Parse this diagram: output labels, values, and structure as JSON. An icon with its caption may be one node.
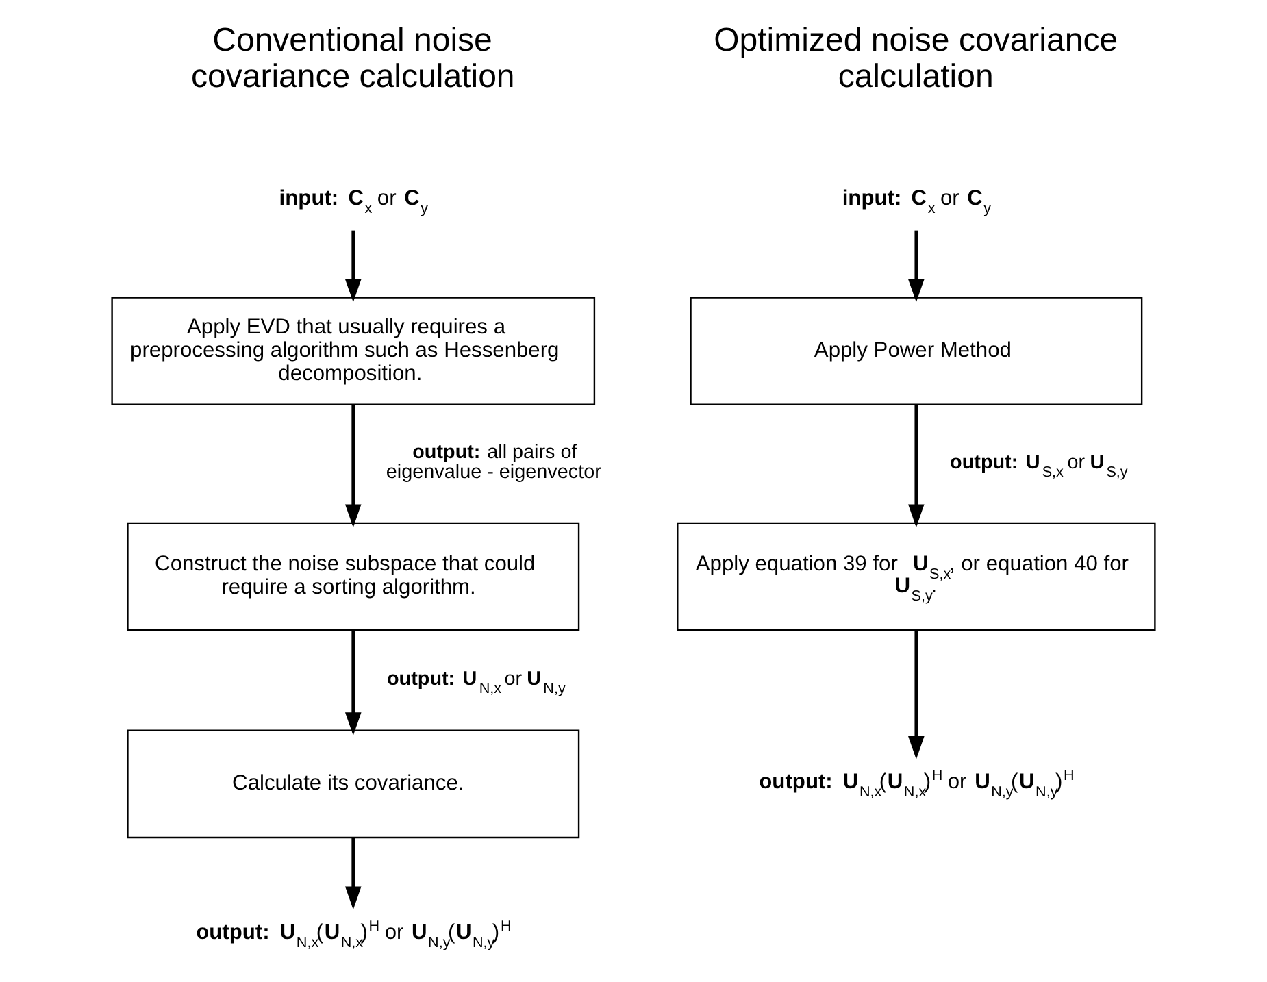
{
  "diagram": {
    "nodes": [
      {
        "text": [
          "**input:** **C**$_{x}$ or **C**$_{y}$"
        ]
      },
      {
        "text": [
          "Apply EVD that usually requires a preprocessing algorithm such as Hessenberg decomposition."
        ]
      },
      {
        "text": [
          "Construct the noise subspace that could require a sorting algorithm."
        ]
      },
      {
        "text": [
          "Calculate its covariance."
        ]
      },
      {
        "text": [
          "**output:** **U**$_{N,x}$(**U**$_{N,x}$)$^{H}$ or **U**$_{N,y}$(**U**$_{N,y}$)$^{H}$"
        ]
      },
      {
        "text": [
          "**input:** **C**$_{x}$ or **C**$_{y}$"
        ]
      },
      {
        "text": [
          "Apply Power Method"
        ]
      },
      {
        "text": [
          "Apply equation 39 for **U**$_{S,x}$, or equation 40 for **U**$_{S,y}$."
        ]
      },
      {
        "text": [
          "**output:** **U**$_{N,x}$(**U**$_{N,x}$)$^{H}$ or **U**$_{N,y}$(**U**$_{N,y}$)$^{H}$"
        ]
      }
    ],
    "edges": [
      {
        "from": 0,
        "to": 1,
        "arrow": "to"
      },
      {
        "from": 1,
        "to": 2,
        "arrow": "to",
        "label": "**output:** all pairs of eigenvalue - eigenvector"
      },
      {
        "from": 2,
        "to": 3,
        "arrow": "to",
        "label": "**output:** **U**$_{N,x}$ or **U**$_{N,y}$"
      },
      {
        "from": 3,
        "to": 4,
        "arrow": "to"
      },
      {
        "from": 5,
        "to": 6,
        "arrow": "to"
      },
      {
        "from": 6,
        "to": 7,
        "arrow": "to",
        "label": "**output:** **U**$_{S,x}$ or **U**$_{S,y}$"
      },
      {
        "from": 7,
        "to": 8,
        "arrow": "to"
      }
    ],
    "labels": [
      "Conventional noise covariance calculation",
      "Optimized noise covariance calculation"
    ]
  }
}
